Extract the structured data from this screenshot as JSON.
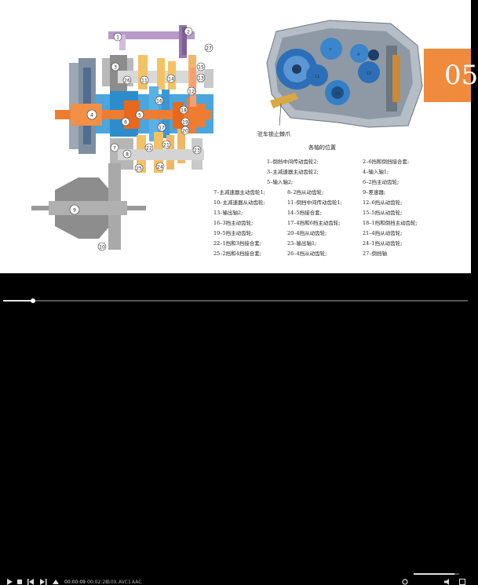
{
  "slide": {
    "badge_number": "05",
    "caption_label": "驻车锁止棘爪",
    "legend_title": "各轴的位置",
    "legend": [
      {
        "text": "1–倒挡中间传动齿轮2;"
      },
      {
        "text": "2–6挡和倒挡接合套;"
      },
      {
        "text": "3–主减速器主动齿轮2;"
      },
      {
        "text": "4–输入轴1;"
      },
      {
        "text": "5–输入轴2;"
      },
      {
        "text": "6–2挡主动齿轮;"
      },
      {
        "text": "7–主减速器主动齿轮1;"
      },
      {
        "text": "8–2挡从动齿轮;"
      },
      {
        "text": "9–差速器;"
      },
      {
        "text": "10–主减速器从动齿轮;"
      },
      {
        "text": "11–倒挡中间传动齿轮1;"
      },
      {
        "text": "12–6挡从动齿轮;"
      },
      {
        "text": "13–输出轴2;"
      },
      {
        "text": "14–5挡接合套;"
      },
      {
        "text": "15–5挡从动齿轮;"
      },
      {
        "text": "16–3挡主动齿轮;"
      },
      {
        "text": "17–4挡和6挡主动齿轮;"
      },
      {
        "text": "18–1挡和倒挡主动齿轮;"
      },
      {
        "text": "19–5挡主动齿轮;"
      },
      {
        "text": "20–4挡从动齿轮;"
      },
      {
        "text": "21–4挡从动齿轮;"
      },
      {
        "text": "22–1挡和3挡接合套;"
      },
      {
        "text": "23–输出轴1;"
      },
      {
        "text": "24–1挡从动齿轮;"
      },
      {
        "text": "25–2挡和4挡接合套;"
      },
      {
        "text": "26–4挡从动齿轮;"
      },
      {
        "text": "27–倒挡轴"
      }
    ],
    "diagram_numbers": [
      "1",
      "27",
      "2",
      "3",
      "26",
      "15",
      "14",
      "13",
      "11",
      "12",
      "4",
      "5",
      "16",
      "18",
      "19",
      "17",
      "6",
      "20",
      "7",
      "21",
      "22",
      "23",
      "8",
      "25",
      "24",
      "9",
      "10"
    ]
  },
  "player": {
    "progress": 0.065,
    "volume": 0.9,
    "time_current": "00:00:09",
    "time_total": "00:02:28",
    "format_labels": [
      "10X",
      "AVC1",
      "AAC"
    ]
  },
  "colors": {
    "accent": "#f08a3c",
    "shaft_blue": "#3fa0d8",
    "gear_orange": "#ee7d32",
    "gear_purple": "#a07ab8",
    "gear_gray": "#9a9a9a"
  }
}
